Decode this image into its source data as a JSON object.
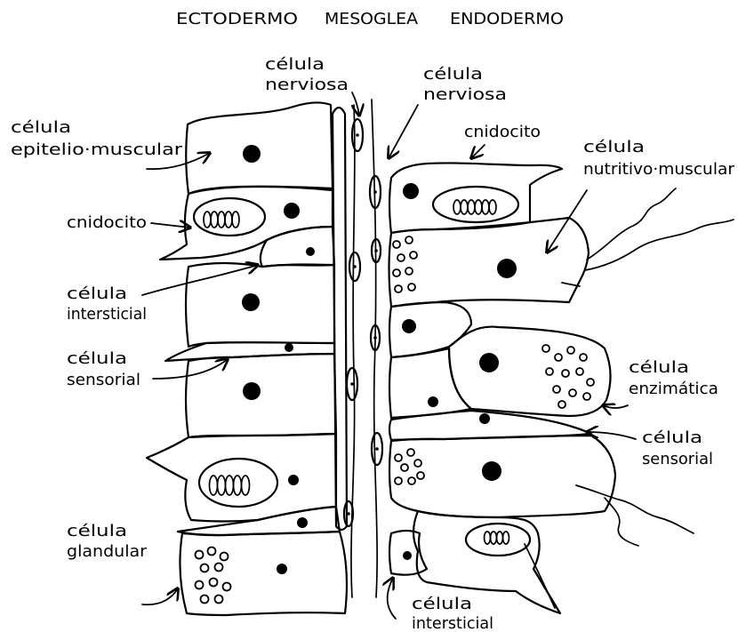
{
  "header": {
    "ectodermo": "ECTODERMO",
    "mesoglea": "MESOGLEA",
    "endodermo": "ENDODERMO"
  },
  "labels": {
    "nerviosa_izq": [
      "célula",
      "nerviosa"
    ],
    "nerviosa_der": [
      "célula",
      "nerviosa"
    ],
    "epitelio_muscular": [
      "célula",
      "epitelio·muscular"
    ],
    "cnidocito_ecto": [
      "cnidocito"
    ],
    "intersticial_ecto": [
      "célula",
      "intersticial"
    ],
    "sensorial_ecto": [
      "célula",
      "sensorial"
    ],
    "glandular": [
      "célula",
      "glandular"
    ],
    "cnidocito_endo": [
      "cnidocito"
    ],
    "nutritivo_muscular": [
      "célula",
      "nutritivo·muscular"
    ],
    "enzimatica": [
      "célula",
      "enzimática"
    ],
    "sensorial_endo": [
      "célula",
      "sensorial"
    ],
    "intersticial_endo": [
      "célula",
      "intersticial"
    ]
  }
}
